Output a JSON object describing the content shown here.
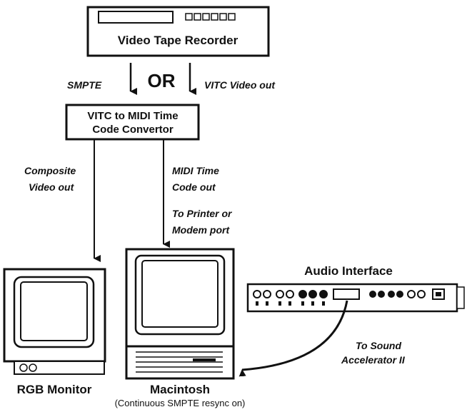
{
  "vtr": {
    "label": "Video Tape Recorder"
  },
  "signals": {
    "smpte": "SMPTE",
    "or": "OR",
    "vitc_video_out": "VITC Video out"
  },
  "convertor": {
    "line1": "VITC to MIDI Time",
    "line2": "Code Convertor"
  },
  "composite": {
    "line1": "Composite",
    "line2": "Video out"
  },
  "midi_out": {
    "line1": "MIDI Time",
    "line2": "Code out"
  },
  "port": {
    "line1": "To Printer or",
    "line2": "Modem port"
  },
  "audio_interface": {
    "label": "Audio Interface"
  },
  "sound_accel": {
    "line1": "To Sound",
    "line2": "Accelerator II"
  },
  "rgb_monitor": {
    "label": "RGB Monitor"
  },
  "macintosh": {
    "label": "Macintosh",
    "note": "(Continuous SMPTE resync on)"
  }
}
